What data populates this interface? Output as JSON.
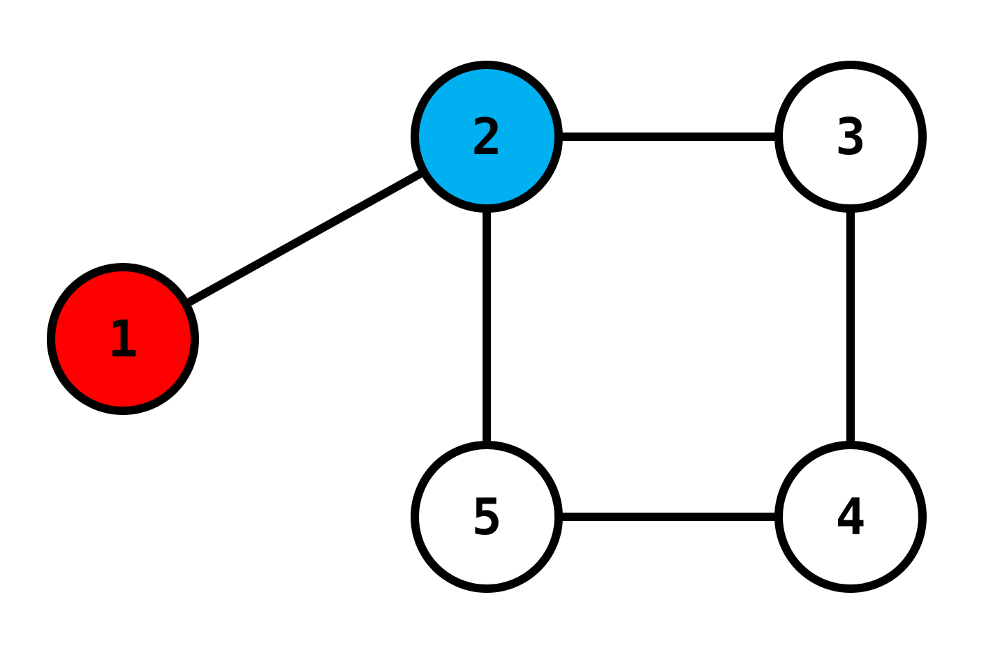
{
  "graph": {
    "nodes": [
      {
        "id": "1",
        "label": "1",
        "fill": "#ff0000"
      },
      {
        "id": "2",
        "label": "2",
        "fill": "#00b0f0"
      },
      {
        "id": "3",
        "label": "3",
        "fill": "#ffffff"
      },
      {
        "id": "4",
        "label": "4",
        "fill": "#ffffff"
      },
      {
        "id": "5",
        "label": "5",
        "fill": "#ffffff"
      }
    ],
    "edges": [
      {
        "from": "1",
        "to": "2"
      },
      {
        "from": "2",
        "to": "3"
      },
      {
        "from": "2",
        "to": "5"
      },
      {
        "from": "3",
        "to": "4"
      },
      {
        "from": "5",
        "to": "4"
      }
    ]
  }
}
